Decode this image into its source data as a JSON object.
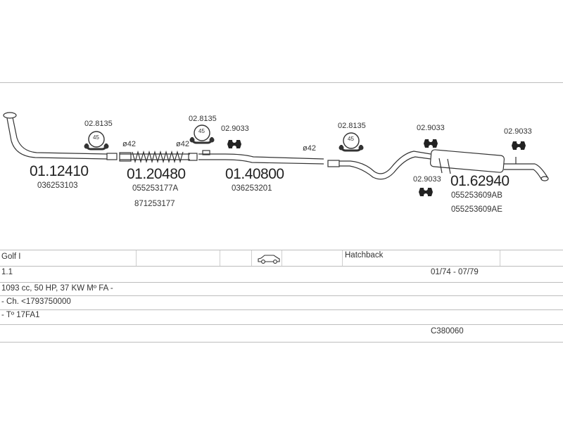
{
  "diagram": {
    "parts": [
      {
        "code": "01.12410",
        "refs": [
          "036253103"
        ]
      },
      {
        "code": "01.20480",
        "refs": [
          "055253177A",
          "871253177"
        ]
      },
      {
        "code": "01.40800",
        "refs": [
          "036253201"
        ]
      },
      {
        "code": "01.62940",
        "refs": [
          "055253609AB",
          "055253609AE"
        ]
      }
    ],
    "clamps": [
      "02.8135",
      "02.8135",
      "02.8135"
    ],
    "clamp_badge": "45",
    "mounts": [
      "02.9033",
      "02.9033",
      "02.9033",
      "02.9033"
    ],
    "diameters": [
      "ø42",
      "ø42",
      "ø42"
    ]
  },
  "info": {
    "model": "Golf I",
    "body": "Hatchback",
    "engine": "1.1",
    "years": "01/74 - 07/79",
    "spec": "1093 cc, 50 HP, 37 KW Mº FA -",
    "chassis": "- Ch. <1793750000",
    "type": "- Tº 17FA1",
    "kit_code": "C380060"
  }
}
